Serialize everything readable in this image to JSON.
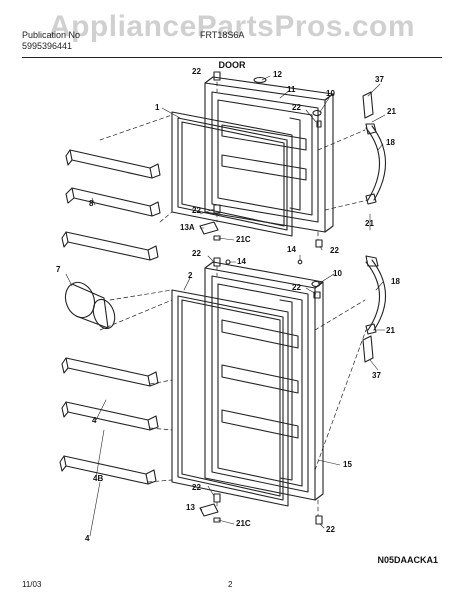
{
  "header": {
    "watermark": "AppliancePartsPros.com",
    "line1": "Publication No",
    "line2": "5995396441",
    "model": "FRT18S6A",
    "section": "DOOR"
  },
  "labels": {
    "l1": "1",
    "l2": "2",
    "l7": "7",
    "l8": "8",
    "l4a": "4",
    "l4b": "4B",
    "l4c": "4",
    "l11": "11",
    "l12": "12",
    "l10a": "10",
    "l10b": "10",
    "l22a": "22",
    "l22b": "22",
    "l22c": "22",
    "l22d": "22",
    "l22e": "22",
    "l22f": "22",
    "l22g": "22",
    "l22h": "22",
    "l37a": "37",
    "l37b": "37",
    "l21a": "21",
    "l21b": "21",
    "l21c": "21",
    "l18a": "18",
    "l18b": "18",
    "l13a": "13A",
    "l13": "13",
    "l21ca": "21C",
    "l21cb": "21C",
    "l14a": "14",
    "l14b": "14",
    "l15": "15"
  },
  "footer": {
    "date": "11/03",
    "page": "2",
    "code": "N05DAACKA1"
  }
}
